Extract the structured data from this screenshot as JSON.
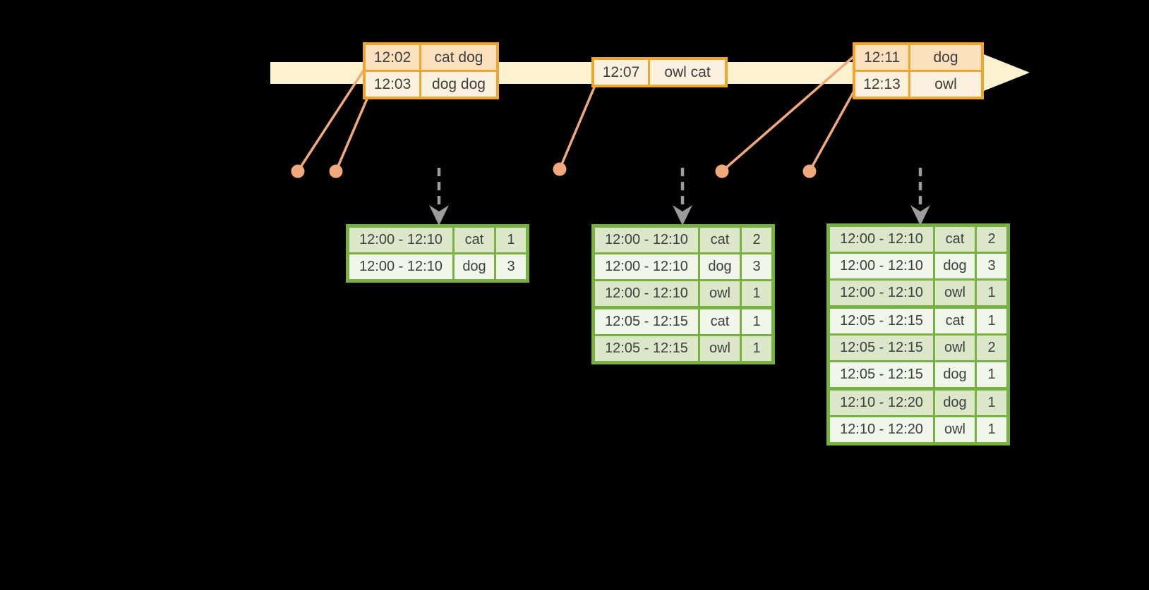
{
  "colors": {
    "background": "#000000",
    "timeline_band": "#FCF2CF",
    "event_table_border": "#F0A52E",
    "event_row_dark": "#FAE0BC",
    "event_row_light": "#FCF1DF",
    "connector_salmon": "#F0A87D",
    "trigger_arrow_gray": "#9C9C9C",
    "result_table_border": "#77B142",
    "result_row_dark": "#DCE7CA",
    "result_row_light": "#F1F5EA",
    "text": "#3E3E3E"
  },
  "event_tables": [
    {
      "rows": [
        {
          "time": "12:02",
          "words": "cat dog"
        },
        {
          "time": "12:03",
          "words": "dog dog"
        }
      ]
    },
    {
      "rows": [
        {
          "time": "12:07",
          "words": "owl cat"
        }
      ]
    },
    {
      "rows": [
        {
          "time": "12:11",
          "words": "dog"
        },
        {
          "time": "12:13",
          "words": "owl"
        }
      ]
    }
  ],
  "result_tables": [
    {
      "rows": [
        {
          "window": "12:00 - 12:10",
          "word": "cat",
          "count": "1"
        },
        {
          "window": "12:00 - 12:10",
          "word": "dog",
          "count": "3"
        }
      ]
    },
    {
      "rows": [
        {
          "window": "12:00 - 12:10",
          "word": "cat",
          "count": "2"
        },
        {
          "window": "12:00 - 12:10",
          "word": "dog",
          "count": "3"
        },
        {
          "window": "12:00 - 12:10",
          "word": "owl",
          "count": "1"
        },
        {
          "window": "12:05 - 12:15",
          "word": "cat",
          "count": "1"
        },
        {
          "window": "12:05 - 12:15",
          "word": "owl",
          "count": "1"
        }
      ]
    },
    {
      "rows": [
        {
          "window": "12:00 - 12:10",
          "word": "cat",
          "count": "2"
        },
        {
          "window": "12:00 - 12:10",
          "word": "dog",
          "count": "3"
        },
        {
          "window": "12:00 - 12:10",
          "word": "owl",
          "count": "1"
        },
        {
          "window": "12:05 - 12:15",
          "word": "cat",
          "count": "1"
        },
        {
          "window": "12:05 - 12:15",
          "word": "owl",
          "count": "2"
        },
        {
          "window": "12:05 - 12:15",
          "word": "dog",
          "count": "1"
        },
        {
          "window": "12:10 - 12:20",
          "word": "dog",
          "count": "1"
        },
        {
          "window": "12:10 - 12:20",
          "word": "owl",
          "count": "1"
        }
      ]
    }
  ]
}
